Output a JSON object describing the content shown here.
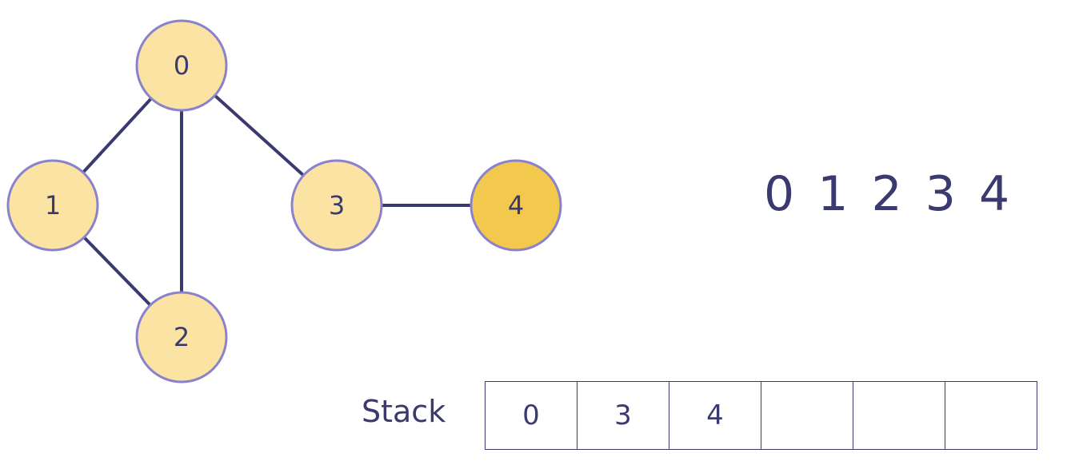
{
  "colors": {
    "edge": "#3b3a6e",
    "node_fill": "#fbe3a4",
    "node_fill_active": "#f2c94c",
    "node_stroke": "#8a82cc",
    "text": "#3b3a6e",
    "cell_border": "#3b3a6e"
  },
  "graph": {
    "nodes": [
      {
        "id": "0",
        "label": "0",
        "state": "visited"
      },
      {
        "id": "1",
        "label": "1",
        "state": "visited"
      },
      {
        "id": "2",
        "label": "2",
        "state": "visited"
      },
      {
        "id": "3",
        "label": "3",
        "state": "visited"
      },
      {
        "id": "4",
        "label": "4",
        "state": "current"
      }
    ],
    "edges": [
      [
        "0",
        "1"
      ],
      [
        "0",
        "2"
      ],
      [
        "0",
        "3"
      ],
      [
        "1",
        "2"
      ],
      [
        "3",
        "4"
      ]
    ]
  },
  "traversal_order": "0 1 2 3 4",
  "stack": {
    "label": "Stack",
    "cells": [
      "0",
      "3",
      "4",
      "",
      "",
      ""
    ]
  }
}
